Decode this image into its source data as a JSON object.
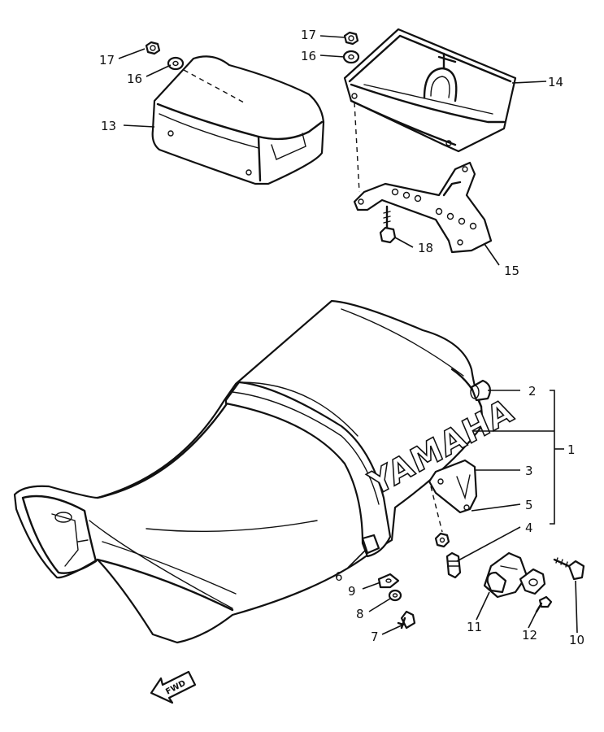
{
  "labels": {
    "p1": "1",
    "p2": "2",
    "p3": "3",
    "p4": "4",
    "p5": "5",
    "p6": "6",
    "p7": "7",
    "p8": "8",
    "p9": "9",
    "p10": "10",
    "p11": "11",
    "p12": "12",
    "p13": "13",
    "p14": "14",
    "p15": "15",
    "p16a": "16",
    "p16b": "16",
    "p17a": "17",
    "p17b": "17",
    "p18": "18"
  },
  "seat_logo": "YAMAHA",
  "direction_arrow": "FWD"
}
